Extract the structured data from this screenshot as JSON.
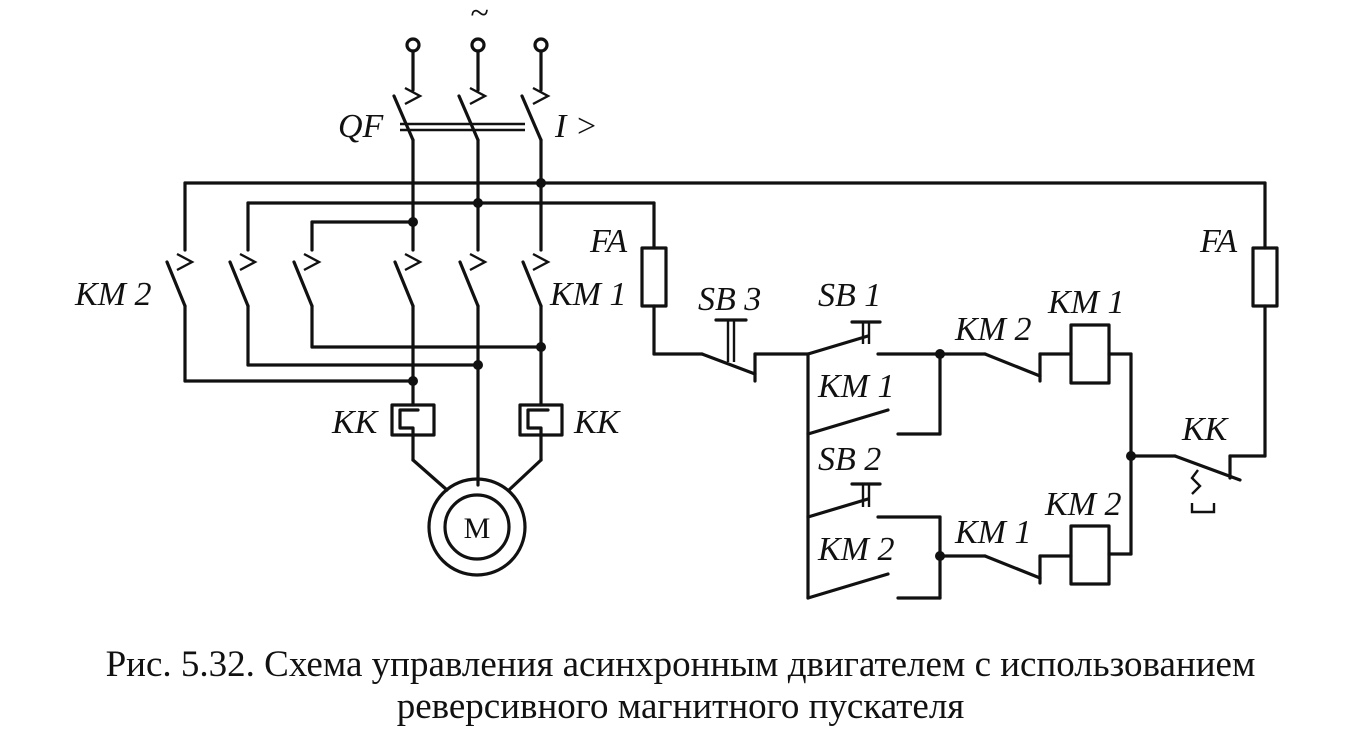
{
  "labels": {
    "ac_symbol": "~",
    "breaker": "QF",
    "overcurrent": "I >",
    "km2_power": "KM 2",
    "km1_power": "KM 1",
    "fuse_left": "FA",
    "fuse_right": "FA",
    "thermal_left": "KK",
    "thermal_right": "KK",
    "motor": "M",
    "stop_button": "SB 3",
    "forward_button": "SB 1",
    "km1_hold": "KM 1",
    "reverse_button": "SB 2",
    "km2_hold": "KM 2",
    "km2_interlock": "KM 2",
    "km1_coil": "KM 1",
    "km1_interlock": "KM 1",
    "km2_coil": "KM 2",
    "thermal_contact": "KK"
  },
  "caption": {
    "line1": "Рис. 5.32. Схема управления асинхронным двигателем с использованием",
    "line2": "реверсивного магнитного пускателя"
  }
}
